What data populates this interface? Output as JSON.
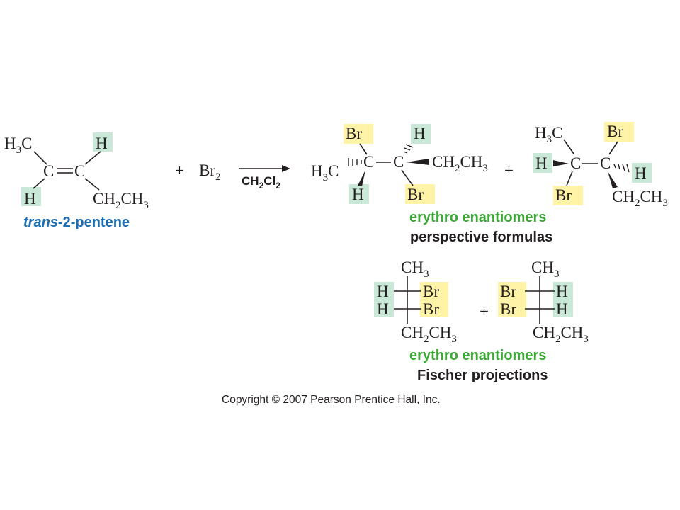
{
  "colors": {
    "h_highlight": "#c9e8d8",
    "br_highlight": "#fff3a8",
    "caption_green": "#3aaa35",
    "caption_blue": "#1e6fb3",
    "ink": "#231f20"
  },
  "reactant": {
    "h3c": "H",
    "h3c_sub": "3",
    "h3c_c": "C",
    "c1": "C",
    "c2": "C",
    "h_top": "H",
    "h_bottom": "H",
    "ch2ch3_a": "CH",
    "ch2ch3_sub1": "2",
    "ch2ch3_b": "CH",
    "ch2ch3_sub2": "3",
    "name_italic": "trans",
    "name_rest": "-2-pentene"
  },
  "plus_1": "+",
  "br2": {
    "br": "Br",
    "sub": "2"
  },
  "reagent": {
    "a": "CH",
    "sub1": "2",
    "b": "Cl",
    "sub2": "2"
  },
  "product1": {
    "br_top": "Br",
    "h_top": "H",
    "h3c": "H",
    "h3c_sub": "3",
    "h3c_c": "C",
    "c1": "C",
    "c2": "C",
    "ch2ch3_a": "CH",
    "ch2ch3_sub1": "2",
    "ch2ch3_b": "CH",
    "ch2ch3_sub2": "3",
    "h_bottom": "H",
    "br_bottom": "Br"
  },
  "plus_2": "+",
  "product2": {
    "h3c": "H",
    "h3c_sub": "3",
    "h3c_c": "C",
    "br_top": "Br",
    "h_left": "H",
    "c1": "C",
    "c2": "C",
    "h_right": "H",
    "br_bottom": "Br",
    "ch2ch3_a": "CH",
    "ch2ch3_sub1": "2",
    "ch2ch3_b": "CH",
    "ch2ch3_sub2": "3"
  },
  "caption_perspective": {
    "green": "erythro enantiomers",
    "black": "perspective formulas"
  },
  "fischer1": {
    "top_a": "CH",
    "top_sub": "3",
    "h1": "H",
    "h2": "H",
    "br1": "Br",
    "br2": "Br",
    "bottom_a": "CH",
    "bottom_sub1": "2",
    "bottom_b": "CH",
    "bottom_sub2": "3"
  },
  "plus_3": "+",
  "fischer2": {
    "top_a": "CH",
    "top_sub": "3",
    "br1": "Br",
    "br2": "Br",
    "h1": "H",
    "h2": "H",
    "bottom_a": "CH",
    "bottom_sub1": "2",
    "bottom_b": "CH",
    "bottom_sub2": "3"
  },
  "caption_fischer": {
    "green": "erythro enantiomers",
    "black": "Fischer projections"
  },
  "copyright": "Copyright © 2007 Pearson Prentice Hall, Inc."
}
